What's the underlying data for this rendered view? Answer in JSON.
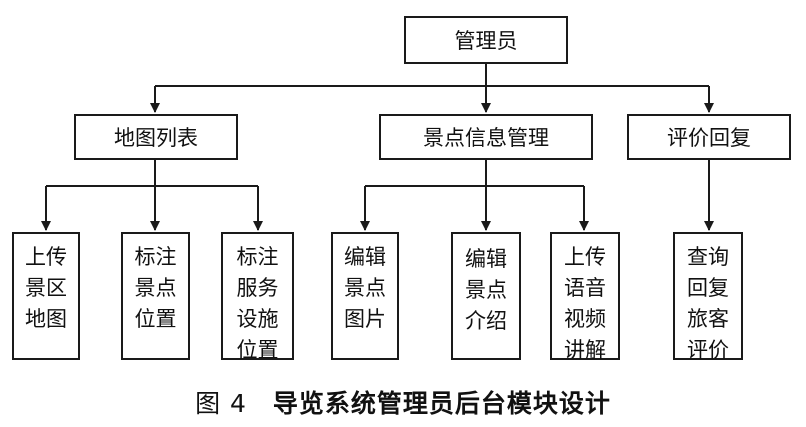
{
  "diagram": {
    "root": "管理员",
    "branches": [
      {
        "label": "地图列表",
        "children": [
          [
            "上传",
            "景区",
            "地图"
          ],
          [
            "标注",
            "景点",
            "位置"
          ],
          [
            "标注",
            "服务",
            "设施",
            "位置"
          ]
        ]
      },
      {
        "label": "景点信息管理",
        "children": [
          [
            "编辑",
            "景点",
            "图片"
          ],
          [
            "编辑",
            "景点",
            "介绍"
          ],
          [
            "上传",
            "语音",
            "视频",
            "讲解"
          ]
        ]
      },
      {
        "label": "评价回复",
        "children": [
          [
            "查询",
            "回复",
            "旅客",
            "评价"
          ]
        ]
      }
    ]
  },
  "caption": {
    "figure_number": "图 4",
    "title": "导览系统管理员后台模块设计"
  },
  "colors": {
    "line": "#1a1a1a",
    "background": "#ffffff"
  }
}
